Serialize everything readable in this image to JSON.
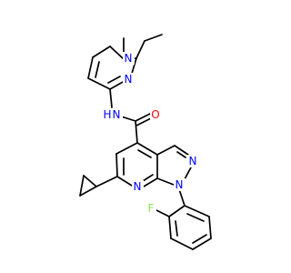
{
  "colors": {
    "bond": "#000000",
    "N": "#0000ff",
    "O": "#ff0000",
    "F": "#90e050",
    "background": "#ffffff"
  },
  "atoms": {
    "N_pz1": "N",
    "N_pz2": "N",
    "N_amide": "N",
    "H_amide": "H",
    "O_carbonyl": "O",
    "N_pyr1": "N",
    "N_pyr2": "N",
    "N_pyridine": "N",
    "F": "F"
  }
}
